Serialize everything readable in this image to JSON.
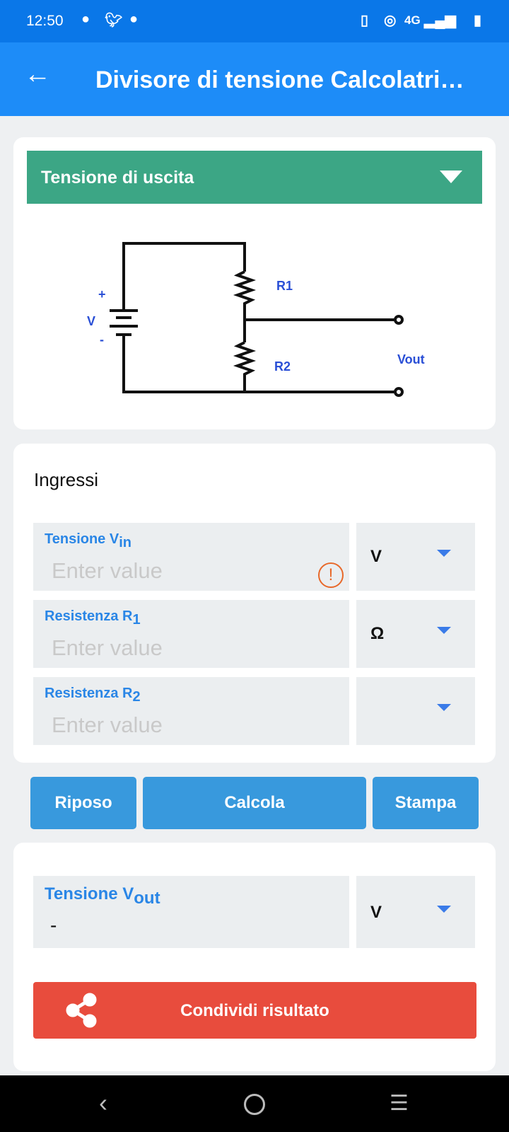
{
  "status_bar": {
    "time": "12:50",
    "network": "4G"
  },
  "app_bar": {
    "title": "Divisore di tensione Calcolatri…"
  },
  "mode_dropdown": {
    "selected": "Tensione di uscita"
  },
  "circuit": {
    "labels": {
      "plus": "+",
      "v": "V",
      "minus": "-",
      "r1": "R1",
      "r2": "R2",
      "vout": "Vout"
    }
  },
  "inputs": {
    "heading": "Ingressi",
    "fields": [
      {
        "label": "Tensione V",
        "sub": "in",
        "placeholder": "Enter value",
        "unit": "V",
        "warning": "!"
      },
      {
        "label": "Resistenza R",
        "sub": "1",
        "placeholder": "Enter value",
        "unit": "Ω"
      },
      {
        "label": "Resistenza R",
        "sub": "2",
        "placeholder": "Enter value",
        "unit": ""
      }
    ]
  },
  "buttons": {
    "reset": "Riposo",
    "calculate": "Calcola",
    "print": "Stampa"
  },
  "output": {
    "label": "Tensione V",
    "sub": "out",
    "value": "-",
    "unit": "V",
    "share": "Condividi risultato"
  },
  "colors": {
    "status": "#0a77e8",
    "appbar": "#1d8cf8",
    "dropdown": "#3ca685",
    "button": "#3899dd",
    "share": "#e84c3d"
  }
}
